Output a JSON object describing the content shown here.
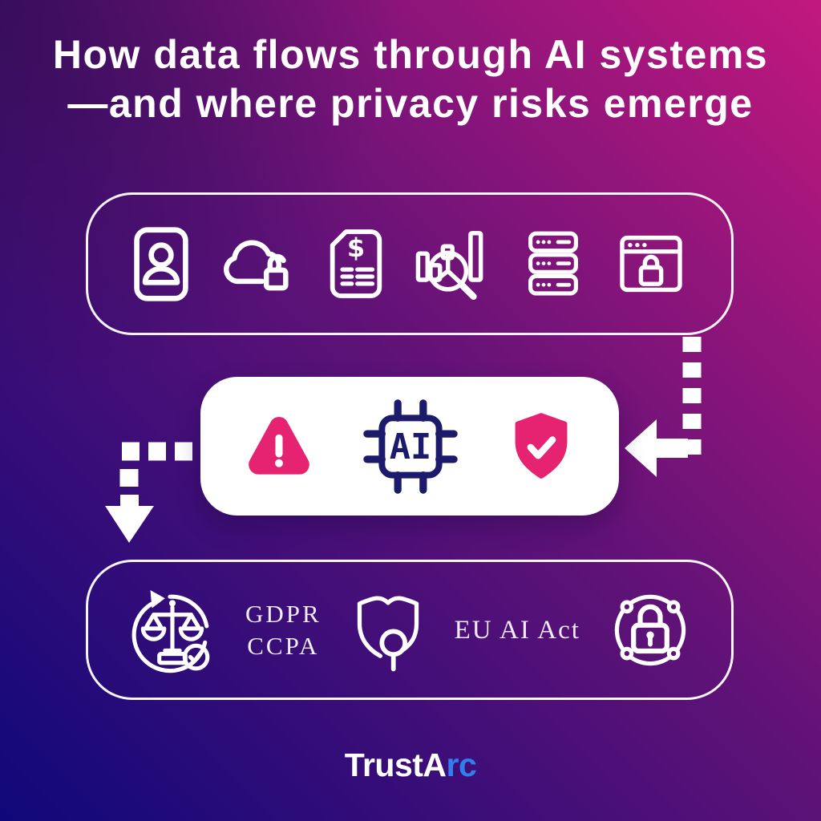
{
  "title": {
    "line1": "How data flows through AI systems",
    "line2": "—and where privacy risks emerge"
  },
  "data_sources": {
    "icons": [
      "id-card-icon",
      "cloud-unlock-icon",
      "financial-document-icon",
      "analytics-magnifier-icon",
      "server-stack-icon",
      "browser-lock-icon"
    ],
    "document_symbol": "$"
  },
  "ai_processing": {
    "icons": [
      "warning-triangle-icon",
      "ai-chip-icon",
      "shield-check-icon"
    ],
    "chip_label": "AI"
  },
  "compliance": {
    "icons": [
      "scales-refresh-icon",
      "shield-magnifier-icon",
      "lock-network-icon"
    ],
    "labels": {
      "line1": "GDPR",
      "line2": "CCPA",
      "act": "EU AI Act"
    }
  },
  "footer": {
    "logo_text_white": "TrustA",
    "logo_text_blue": "rc"
  },
  "colors": {
    "background_bottom_left": "#0f087a",
    "background_top_right": "#c2187e",
    "accent_pink": "#e62370",
    "accent_navy": "#1b1a6b",
    "logo_blue": "#2f80ed",
    "icon_stroke": "#ffffff"
  }
}
